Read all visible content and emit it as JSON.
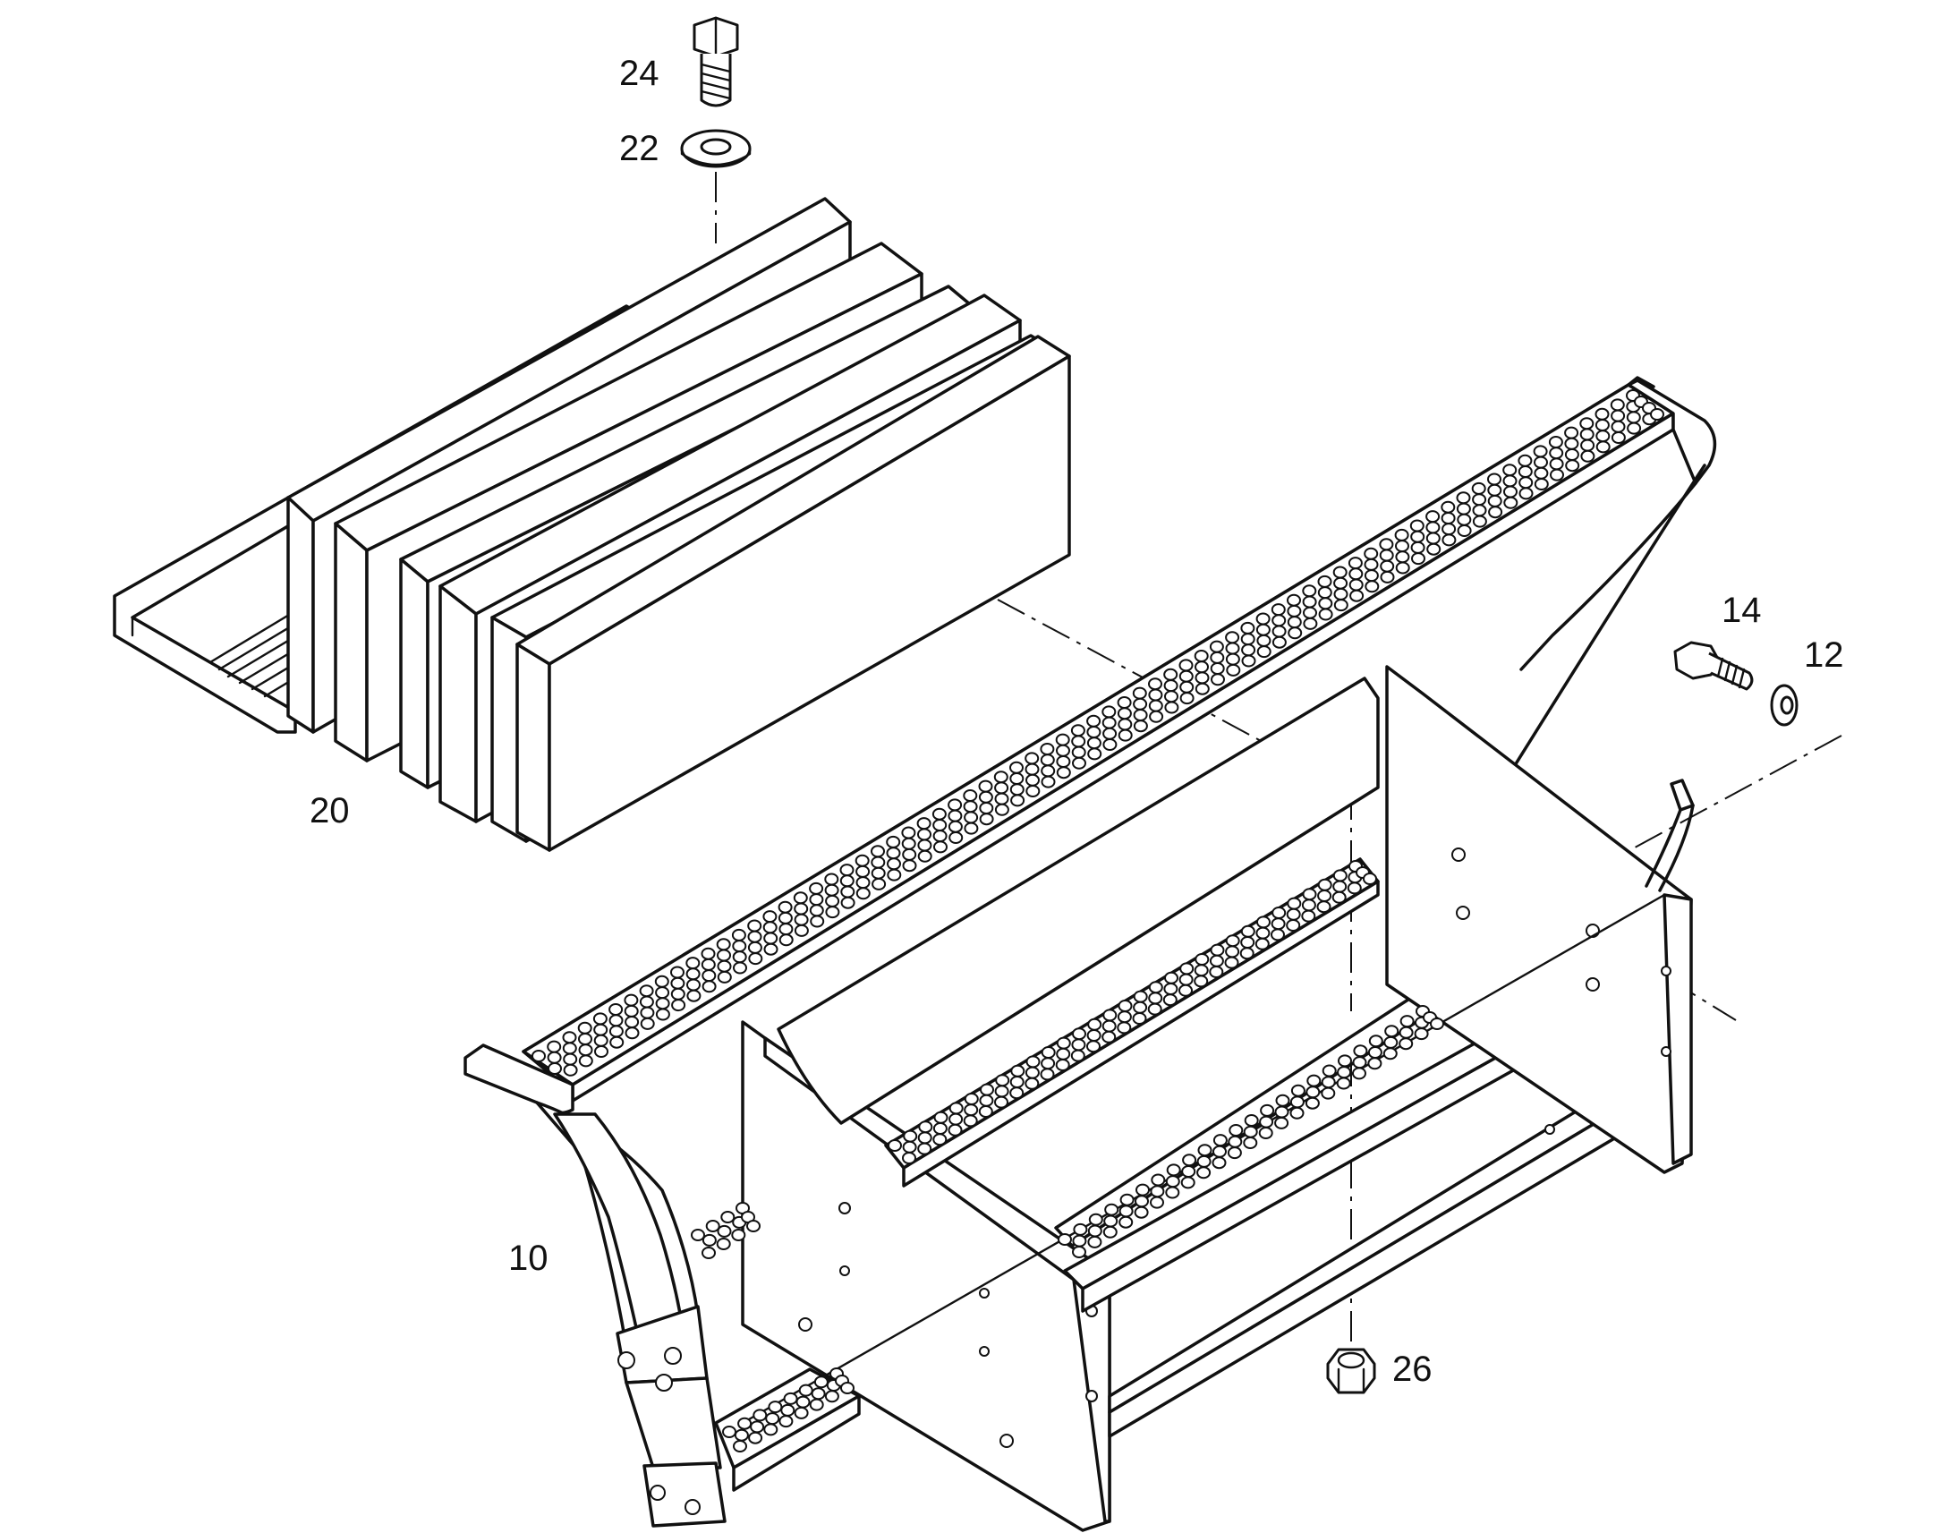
{
  "diagram": {
    "type": "exploded-parts-view",
    "callouts": [
      {
        "id": "c24",
        "text": "24",
        "part": "bolt"
      },
      {
        "id": "c22",
        "text": "22",
        "part": "washer"
      },
      {
        "id": "c20",
        "text": "20",
        "part": "battery-pack"
      },
      {
        "id": "c14",
        "text": "14",
        "part": "bolt"
      },
      {
        "id": "c12",
        "text": "12",
        "part": "washer"
      },
      {
        "id": "c10",
        "text": "10",
        "part": "step-bracket-frame"
      },
      {
        "id": "c26",
        "text": "26",
        "part": "nut"
      }
    ]
  }
}
